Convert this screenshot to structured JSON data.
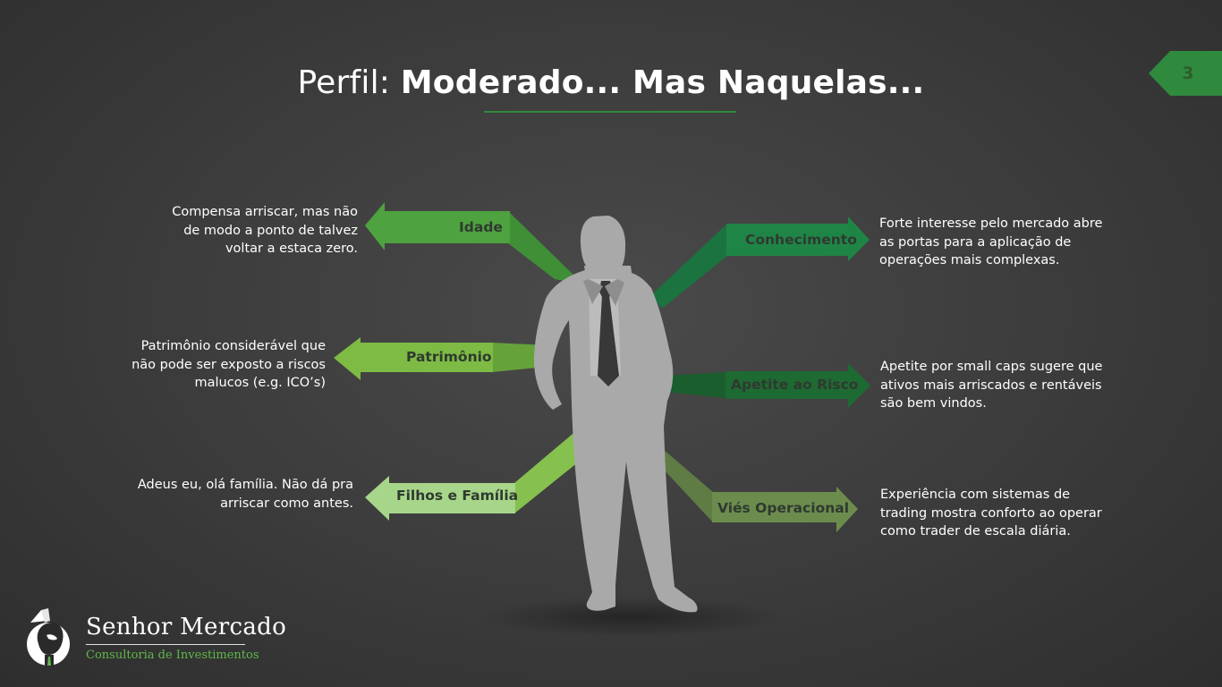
{
  "title": {
    "prefix": "Perfil: ",
    "bold": "Moderado... Mas Naquelas..."
  },
  "page_number": "3",
  "colors": {
    "accent_green": "#2f8a3e",
    "idade": "#4ea23f",
    "patrimonio": "#7dbb44",
    "filhos": "#a7d58a",
    "conhecimento": "#1f8546",
    "apetite": "#1d6a33",
    "vies": "#6c8c4e",
    "silhouette": "#a9a9a9",
    "brand_sub": "#5fb84a"
  },
  "factors": {
    "idade": {
      "label": "Idade",
      "description": "Compensa arriscar, mas não de modo a ponto de talvez voltar a estaca zero."
    },
    "patrimonio": {
      "label": "Patrimônio",
      "description": "Patrimônio considerável que não pode ser exposto a riscos malucos (e.g. ICO’s)"
    },
    "filhos": {
      "label": "Filhos e Família",
      "description": "Adeus eu, olá família. Não dá pra arriscar como antes."
    },
    "conhecimento": {
      "label": "Conhecimento",
      "description": "Forte interesse pelo mercado abre as portas para a aplicação de operações mais complexas."
    },
    "apetite": {
      "label": "Apetite ao Risco",
      "description": "Apetite por small caps sugere que ativos mais arriscados e rentáveis são bem vindos."
    },
    "vies": {
      "label": "Viés Operacional",
      "description": "Experiência com sistemas de trading mostra conforto ao operar como trader de escala diária."
    }
  },
  "brand": {
    "name": "Senhor Mercado",
    "subtitle": "Consultoria de Investimentos"
  }
}
